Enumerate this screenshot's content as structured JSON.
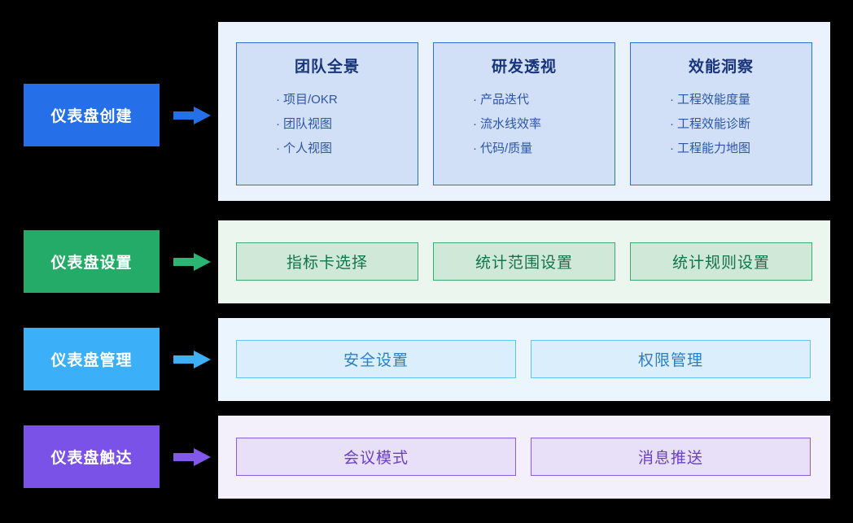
{
  "diagram": {
    "background": "#000000",
    "rows": [
      {
        "id": "row-dashboard-create",
        "stage_label": "仪表盘创建",
        "stage_color": "#2570E8",
        "panel_color": "#EAF2FD",
        "arrow_color": "#2570E8",
        "cards": [
          {
            "title": "团队全景",
            "items": [
              "项目/OKR",
              "团队视图",
              "个人视图"
            ]
          },
          {
            "title": "研发透视",
            "items": [
              "产品迭代",
              "流水线效率",
              "代码/质量"
            ]
          },
          {
            "title": "效能洞察",
            "items": [
              "工程效能度量",
              "工程效能诊断",
              "工程能力地图"
            ]
          }
        ]
      },
      {
        "id": "row-dashboard-settings",
        "stage_label": "仪表盘设置",
        "stage_color": "#24AB67",
        "panel_color": "#EAF6EE",
        "arrow_color": "#2BB573",
        "pills": [
          "指标卡选择",
          "统计范围设置",
          "统计规则设置"
        ]
      },
      {
        "id": "row-dashboard-management",
        "stage_label": "仪表盘管理",
        "stage_color": "#3BAFF8",
        "panel_color": "#EBF5FE",
        "arrow_color": "#3BAFF8",
        "pills": [
          "安全设置",
          "权限管理"
        ]
      },
      {
        "id": "row-dashboard-reach",
        "stage_label": "仪表盘触达",
        "stage_color": "#7B52E8",
        "panel_color": "#F3EFFB",
        "arrow_color": "#8258EC",
        "pills": [
          "会议模式",
          "消息推送"
        ]
      }
    ],
    "bullet_glyph": "·"
  }
}
